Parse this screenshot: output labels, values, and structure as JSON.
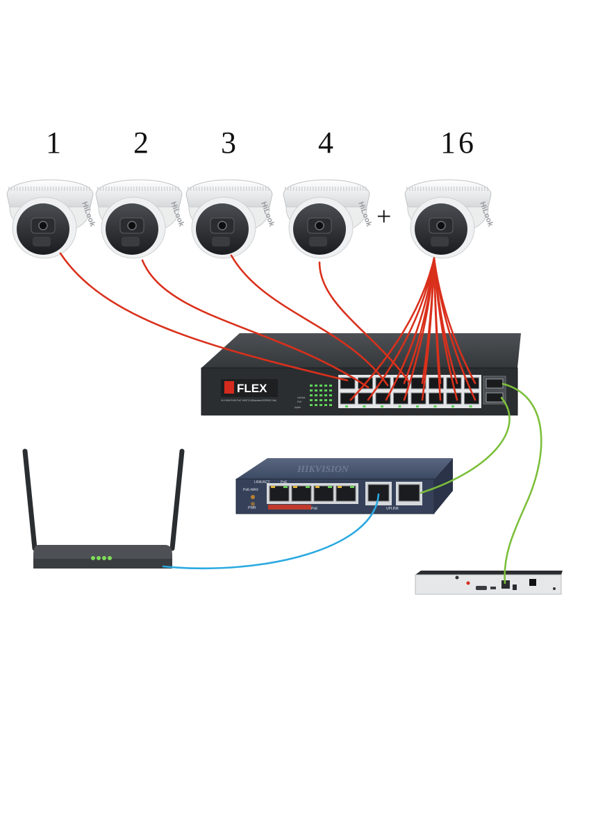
{
  "cameras": [
    {
      "number": "1",
      "brand": "HiLook"
    },
    {
      "number": "2",
      "brand": "HiLook"
    },
    {
      "number": "3",
      "brand": "HiLook"
    },
    {
      "number": "4",
      "brand": "HiLook"
    },
    {
      "number": "16",
      "brand": "HiLook"
    }
  ],
  "plus_sign": "+",
  "main_switch": {
    "brand": "FLEX",
    "subtitle": "16 100M RJ45 PoE SWITCH(Standard IEEE802.3at)",
    "led_labels": [
      "Link/Act",
      "PoE",
      "Uplink"
    ]
  },
  "small_switch": {
    "brand": "HIKVISION",
    "top_labels": [
      "LINK/ACT",
      "PoE"
    ],
    "side_labels": [
      "PoE-MAX",
      "PWR"
    ],
    "bottom_labels": [
      "PoE",
      "UPLINK"
    ]
  },
  "colors": {
    "poe_cable": "#d9301c",
    "uplink_cable": "#7cbf3a",
    "router_cable": "#2aa9e0",
    "device_dark": "#2f3336",
    "switch_blue": "#3d4a63"
  }
}
